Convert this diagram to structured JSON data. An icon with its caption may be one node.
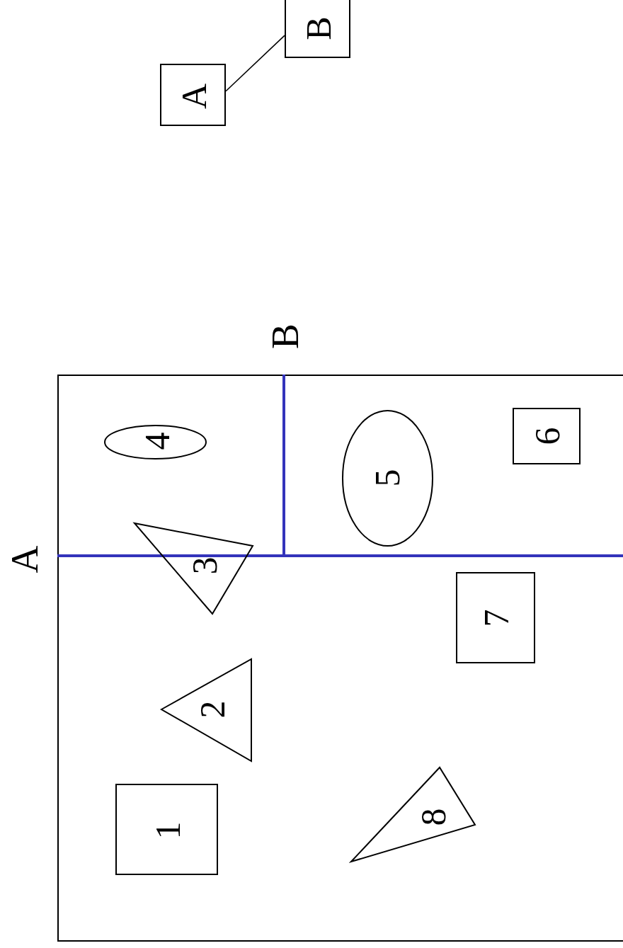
{
  "diagram": {
    "nodes": [
      {
        "text": [
          "A"
        ]
      },
      {
        "text": [
          "B"
        ]
      },
      {
        "text": [],
        "shape": "box"
      },
      {
        "text": [
          "4"
        ],
        "in": 2
      },
      {
        "text": [
          "3"
        ],
        "in": 2
      },
      {
        "text": [
          "5"
        ],
        "in": 2
      },
      {
        "text": [
          "6"
        ],
        "in": 2
      },
      {
        "text": [
          "7"
        ],
        "in": 2
      },
      {
        "text": [
          "2"
        ],
        "in": 2
      },
      {
        "text": [
          "1"
        ],
        "in": 2
      },
      {
        "text": [
          "8"
        ],
        "in": 2
      }
    ],
    "edges": [
      {
        "from": 0,
        "to": 1,
        "arrow": "none"
      }
    ],
    "labels": [
      "B",
      "A"
    ]
  }
}
